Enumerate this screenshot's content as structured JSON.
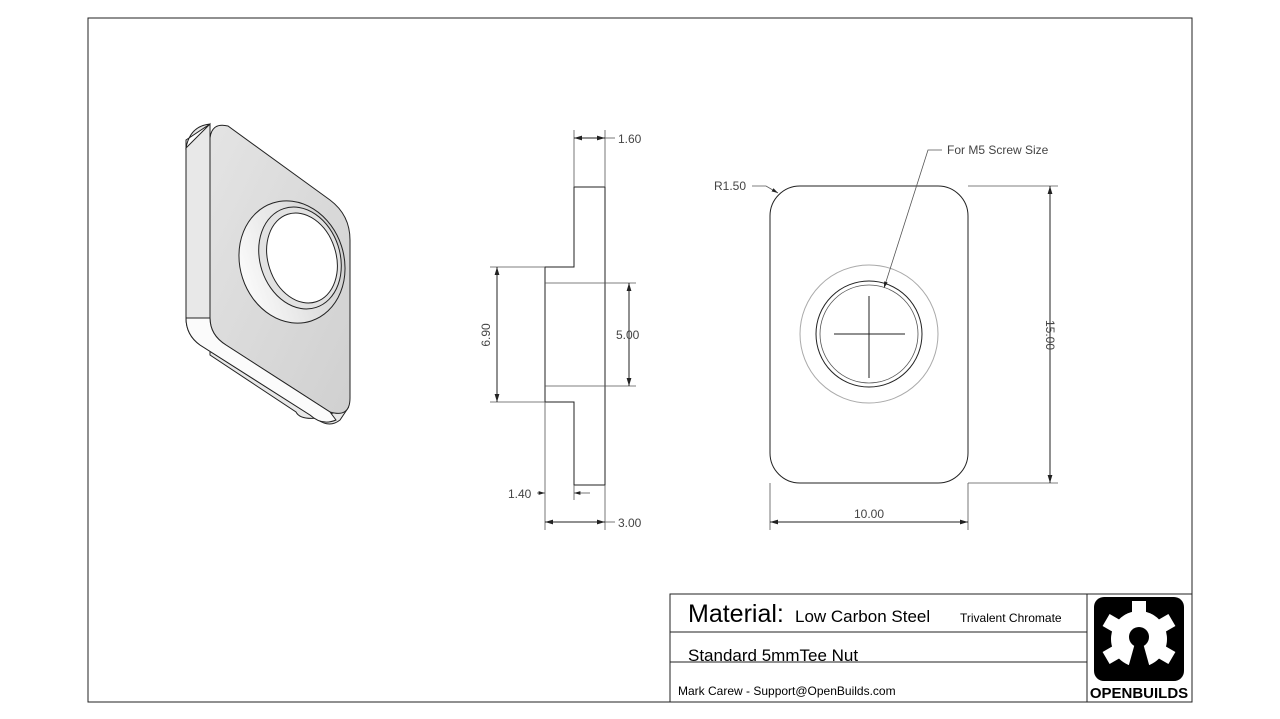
{
  "dimensions": {
    "flange_thickness": "1.60",
    "boss_width": "6.90",
    "hole_diameter": "5.00",
    "boss_height": "1.40",
    "total_thickness": "3.00",
    "corner_radius": "R1.50",
    "length": "15.00",
    "width": "10.00"
  },
  "note": "For M5 Screw Size",
  "title_block": {
    "material_label": "Material:",
    "material": "Low Carbon Steel",
    "finish": "Trivalent Chromate",
    "part_name": "Standard 5mmTee Nut",
    "author": "Mark Carew - Support@OpenBuilds.com",
    "logo_text": "OPENBUILDS"
  }
}
